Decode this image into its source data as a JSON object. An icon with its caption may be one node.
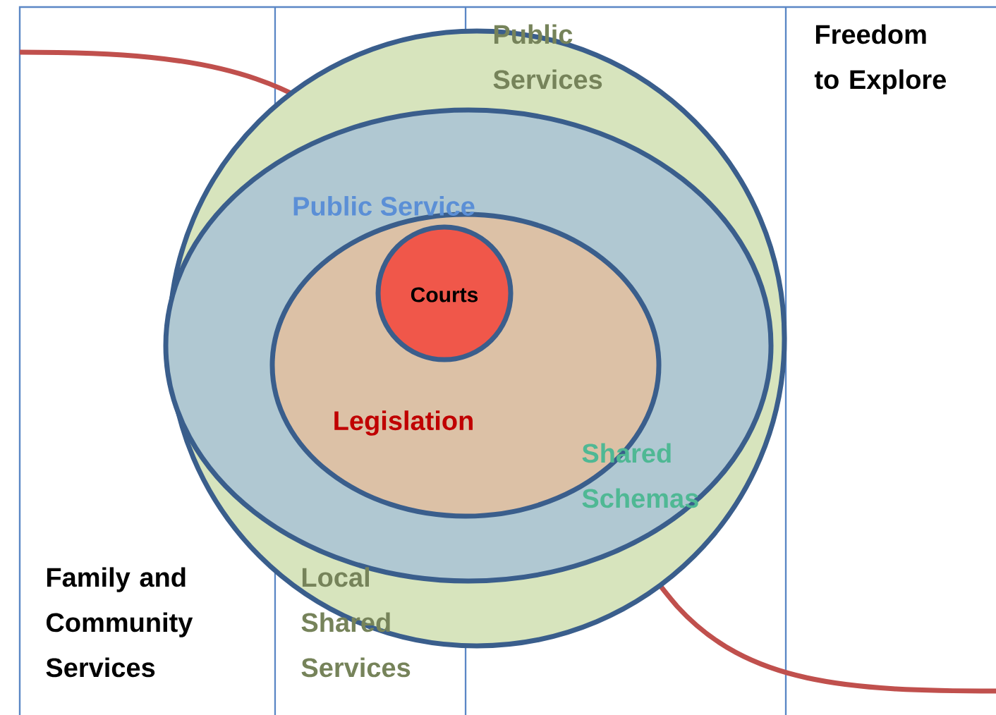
{
  "diagram": {
    "nodes": [
      {
        "text": [],
        "shape": "circle"
      },
      {
        "text": [
          "Public Service"
        ],
        "in": 0
      },
      {
        "text": [
          "Legislation"
        ],
        "in": 1
      },
      {
        "text": [
          "Courts"
        ],
        "in": 2
      }
    ],
    "labels": [
      "Public Services",
      "Freedom to Explore",
      "Shared Schemas",
      "Family and Community Services",
      "Local Shared Services"
    ]
  }
}
